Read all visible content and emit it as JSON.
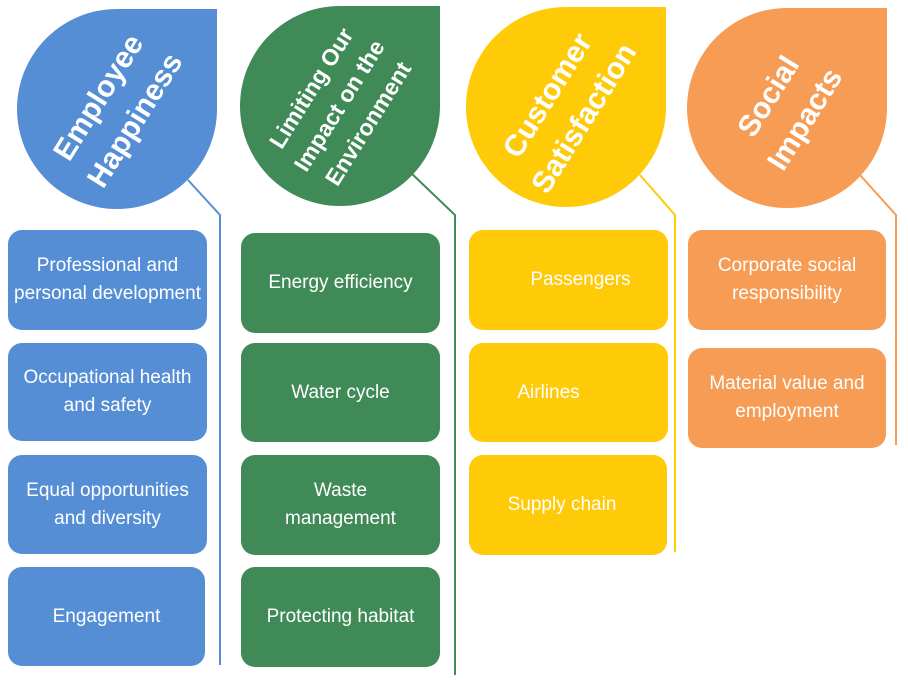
{
  "colors": {
    "employee": "#558ed5",
    "environment": "#3f8a57",
    "customer": "#ffca08",
    "social": "#f79c55"
  },
  "pillars": [
    {
      "title_lines": [
        "Employee",
        "Happiness"
      ],
      "items": [
        "Professional and personal development",
        "Occupational health and safety",
        "Equal opportunities and diversity",
        "Engagement"
      ]
    },
    {
      "title_lines": [
        "Limiting Our",
        "Impact on the",
        "Environment"
      ],
      "items": [
        "Energy efficiency",
        "Water cycle",
        "Waste management",
        "Protecting habitat"
      ]
    },
    {
      "title_lines": [
        "Customer",
        "Satisfaction"
      ],
      "items": [
        "Passengers",
        "Airlines",
        "Supply chain"
      ]
    },
    {
      "title_lines": [
        "Social",
        "Impacts"
      ],
      "items": [
        "Corporate social responsibility",
        "Material value and employment"
      ]
    }
  ]
}
